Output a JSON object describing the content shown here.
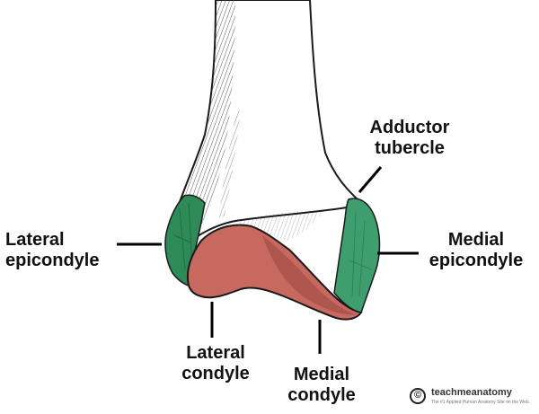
{
  "colors": {
    "epicondyle": "#2e8b57",
    "condyle": "#c7695f",
    "outline": "#1a1a1a",
    "text": "#111111"
  },
  "labels": {
    "adductor_tubercle": [
      "Adductor",
      "tubercle"
    ],
    "lateral_epicondyle": [
      "Lateral",
      "epicondyle"
    ],
    "medial_epicondyle": [
      "Medial",
      "epicondyle"
    ],
    "lateral_condyle": [
      "Lateral",
      "condyle"
    ],
    "medial_condyle": [
      "Medial",
      "condyle"
    ]
  },
  "watermark": {
    "symbol": "©",
    "name": "teachmeanatomy",
    "tagline": "The #1 Applied Human Anatomy Site on the Web."
  }
}
